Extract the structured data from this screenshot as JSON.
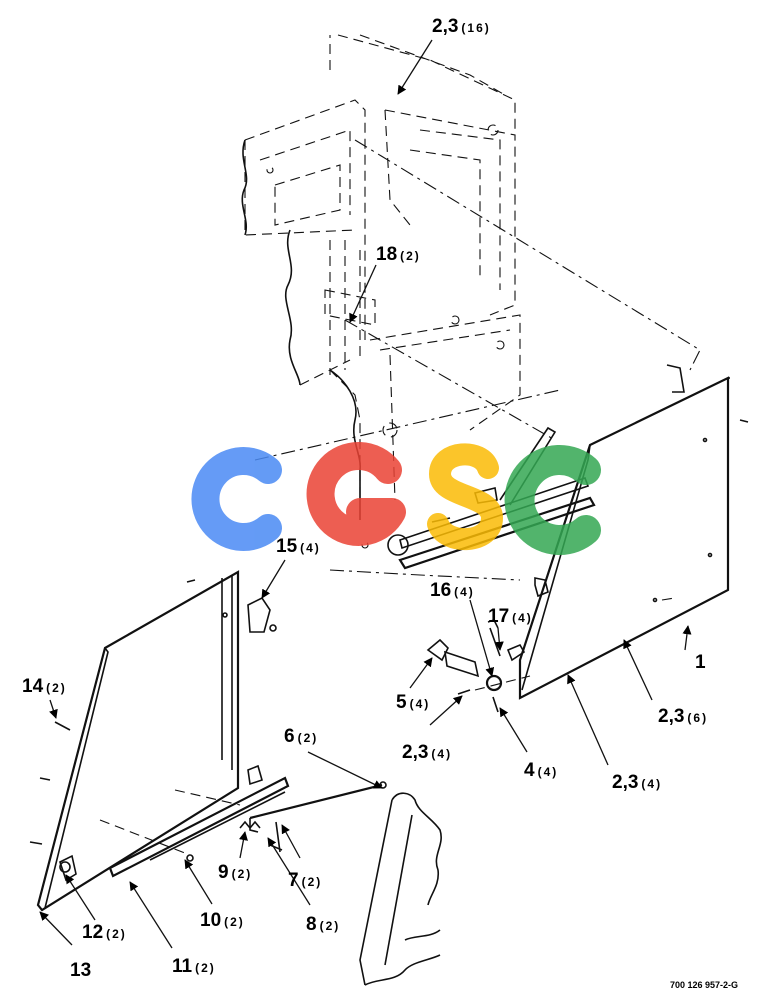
{
  "drawing_number": "700 126 957-2-G",
  "watermark": {
    "letters": [
      "C",
      "G",
      "S",
      "C"
    ],
    "colors": [
      "#4a8af4",
      "#ea4335",
      "#fbbc05",
      "#34a853"
    ]
  },
  "callouts": [
    {
      "id": "c-2-3-16",
      "number": "2,3",
      "qty": "(16)"
    },
    {
      "id": "c-18",
      "number": "18",
      "qty": "(2)"
    },
    {
      "id": "c-15",
      "number": "15",
      "qty": "(4)"
    },
    {
      "id": "c-16",
      "number": "16",
      "qty": "(4)"
    },
    {
      "id": "c-17",
      "number": "17",
      "qty": "(4)"
    },
    {
      "id": "c-1",
      "number": "1",
      "qty": ""
    },
    {
      "id": "c-14",
      "number": "14",
      "qty": "(2)"
    },
    {
      "id": "c-5",
      "number": "5",
      "qty": "(4)"
    },
    {
      "id": "c-2-3-6",
      "number": "2,3",
      "qty": "(6)"
    },
    {
      "id": "c-6",
      "number": "6",
      "qty": "(2)"
    },
    {
      "id": "c-2-3-4a",
      "number": "2,3",
      "qty": "(4)"
    },
    {
      "id": "c-4",
      "number": "4",
      "qty": "(4)"
    },
    {
      "id": "c-2-3-4b",
      "number": "2,3",
      "qty": "(4)"
    },
    {
      "id": "c-9",
      "number": "9",
      "qty": "(2)"
    },
    {
      "id": "c-7",
      "number": "7",
      "qty": "(2)"
    },
    {
      "id": "c-12",
      "number": "12",
      "qty": "(2)"
    },
    {
      "id": "c-10",
      "number": "10",
      "qty": "(2)"
    },
    {
      "id": "c-8",
      "number": "8",
      "qty": "(2)"
    },
    {
      "id": "c-13",
      "number": "13",
      "qty": ""
    },
    {
      "id": "c-11",
      "number": "11",
      "qty": "(2)"
    }
  ]
}
